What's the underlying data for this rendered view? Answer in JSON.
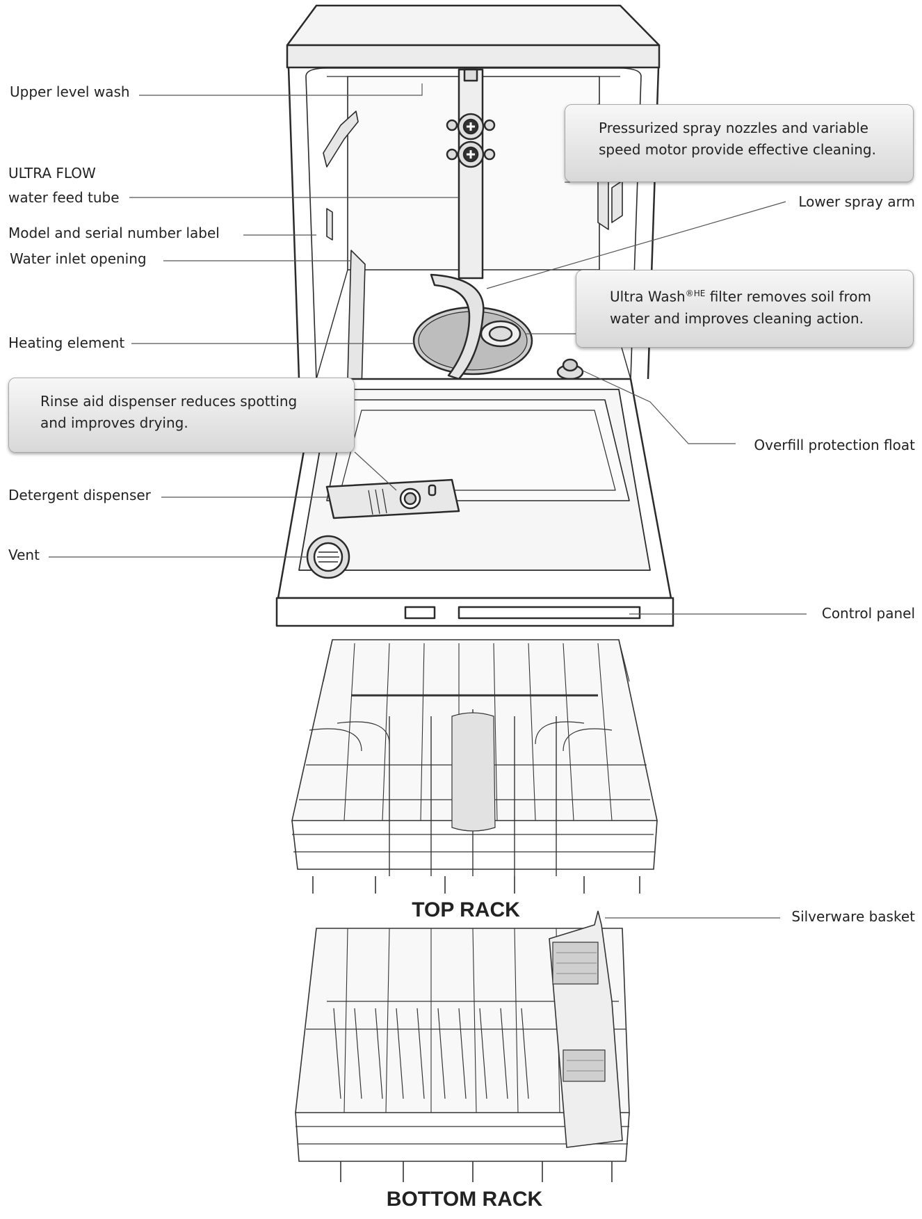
{
  "labels": {
    "upper_level_wash": "Upper level wash",
    "ultra_flow_line1": "ULTRA FLOW",
    "ultra_flow_line2": "water feed tube",
    "model_serial_label": "Model and serial number label",
    "water_inlet": "Water inlet opening",
    "heating_element": "Heating element",
    "detergent_dispenser": "Detergent dispenser",
    "vent": "Vent",
    "lower_spray_arm": "Lower spray arm",
    "overfill_float": "Overfill protection float",
    "control_panel": "Control panel",
    "silverware_basket": "Silverware basket"
  },
  "callouts": {
    "spray_nozzles": {
      "line1": "Pressurized spray nozzles and variable",
      "line2": "speed motor provide effective cleaning."
    },
    "filter": {
      "line1_prefix": "Ultra Wash",
      "line1_sup": "®HE",
      "line1_suffix": " filter removes soil from",
      "line2": "water and improves cleaning action."
    },
    "rinse_aid": {
      "line1": "Rinse aid dispenser reduces spotting",
      "line2": "and improves drying."
    }
  },
  "racks": {
    "top": "TOP RACK",
    "bottom": "BOTTOM RACK"
  }
}
